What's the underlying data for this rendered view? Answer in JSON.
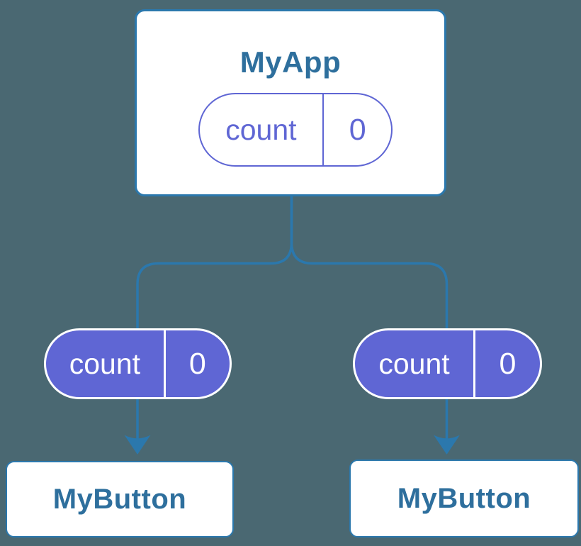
{
  "diagram": {
    "kind": "react-component-state-tree",
    "colors": {
      "background": "#4A6872",
      "connector_blue": "#2B78AD",
      "title_blue": "#2E6F9D",
      "pill_purple": "#5F66D4",
      "card_white": "#ffffff"
    },
    "parent": {
      "title": "MyApp",
      "state": {
        "name": "count",
        "value": "0"
      }
    },
    "children": [
      {
        "title": "MyButton",
        "prop": {
          "name": "count",
          "value": "0"
        }
      },
      {
        "title": "MyButton",
        "prop": {
          "name": "count",
          "value": "0"
        }
      }
    ]
  }
}
